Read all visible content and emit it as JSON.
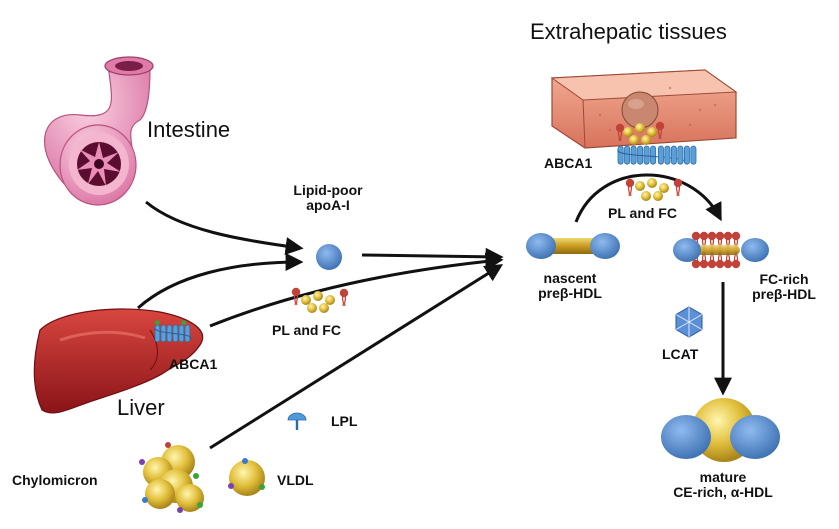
{
  "labels": {
    "extrahepatic": "Extrahepatic tissues",
    "intestine": "Intestine",
    "liver": "Liver",
    "lipid_poor_line1": "Lipid-poor",
    "lipid_poor_line2": "apoA-I",
    "abca1_top": "ABCA1",
    "abca1_liver": "ABCA1",
    "pl_fc_top": "PL and FC",
    "pl_fc_mid": "PL and FC",
    "nascent_line1": "nascent",
    "nascent_line2": "preβ-HDL",
    "fc_rich_line1": "FC-rich",
    "fc_rich_line2": "preβ-HDL",
    "lcat": "LCAT",
    "lpl": "LPL",
    "chylomicron": "Chylomicron",
    "vldl": "VLDL",
    "mature_line1": "mature",
    "mature_line2": "CE-rich, α-HDL"
  },
  "colors": {
    "apoa1_blue": "#4f86c6",
    "lipid_gold": "#d9b43a",
    "phospholipid_red": "#c0433a",
    "intestine_pink": "#e98fb6",
    "liver_red": "#b3262a",
    "tissue_salmon": "#e6907a",
    "transporter_blue": "#5aa0d8",
    "lcat_blue": "#5b8fd6",
    "arrow": "#111111"
  },
  "icons": {
    "intestine": "intestine-illustration",
    "liver": "liver-illustration",
    "tissue": "extrahepatic-cell-illustration",
    "transporter": "abca1-transporter-icon",
    "lcat": "lcat-enzyme-icon",
    "lpl": "lpl-enzyme-icon"
  }
}
